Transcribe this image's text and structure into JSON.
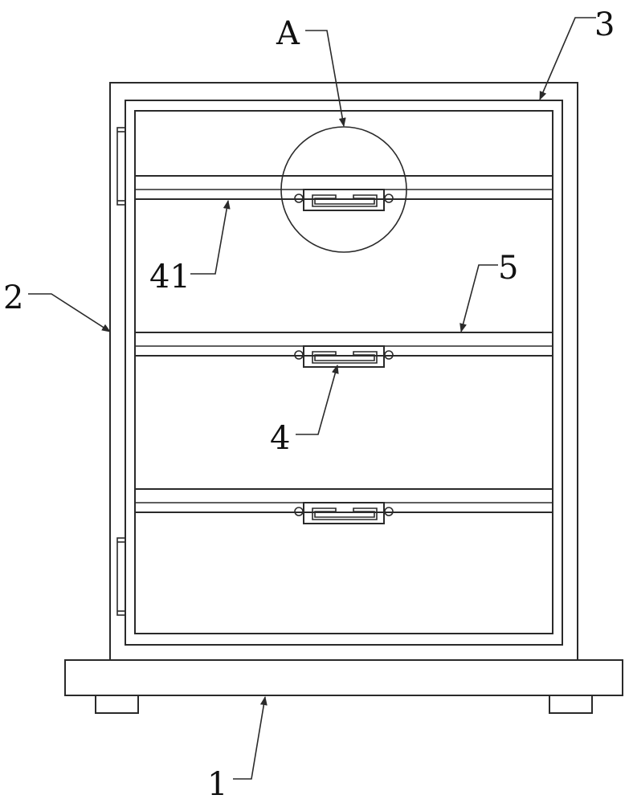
{
  "labels": {
    "detail_a": "A",
    "base": "1",
    "door": "2",
    "cabinet": "3",
    "latch": "4",
    "latch_rail": "41",
    "shelf": "5"
  },
  "colors": {
    "line": "#2a2a2a",
    "background": "#ffffff"
  }
}
